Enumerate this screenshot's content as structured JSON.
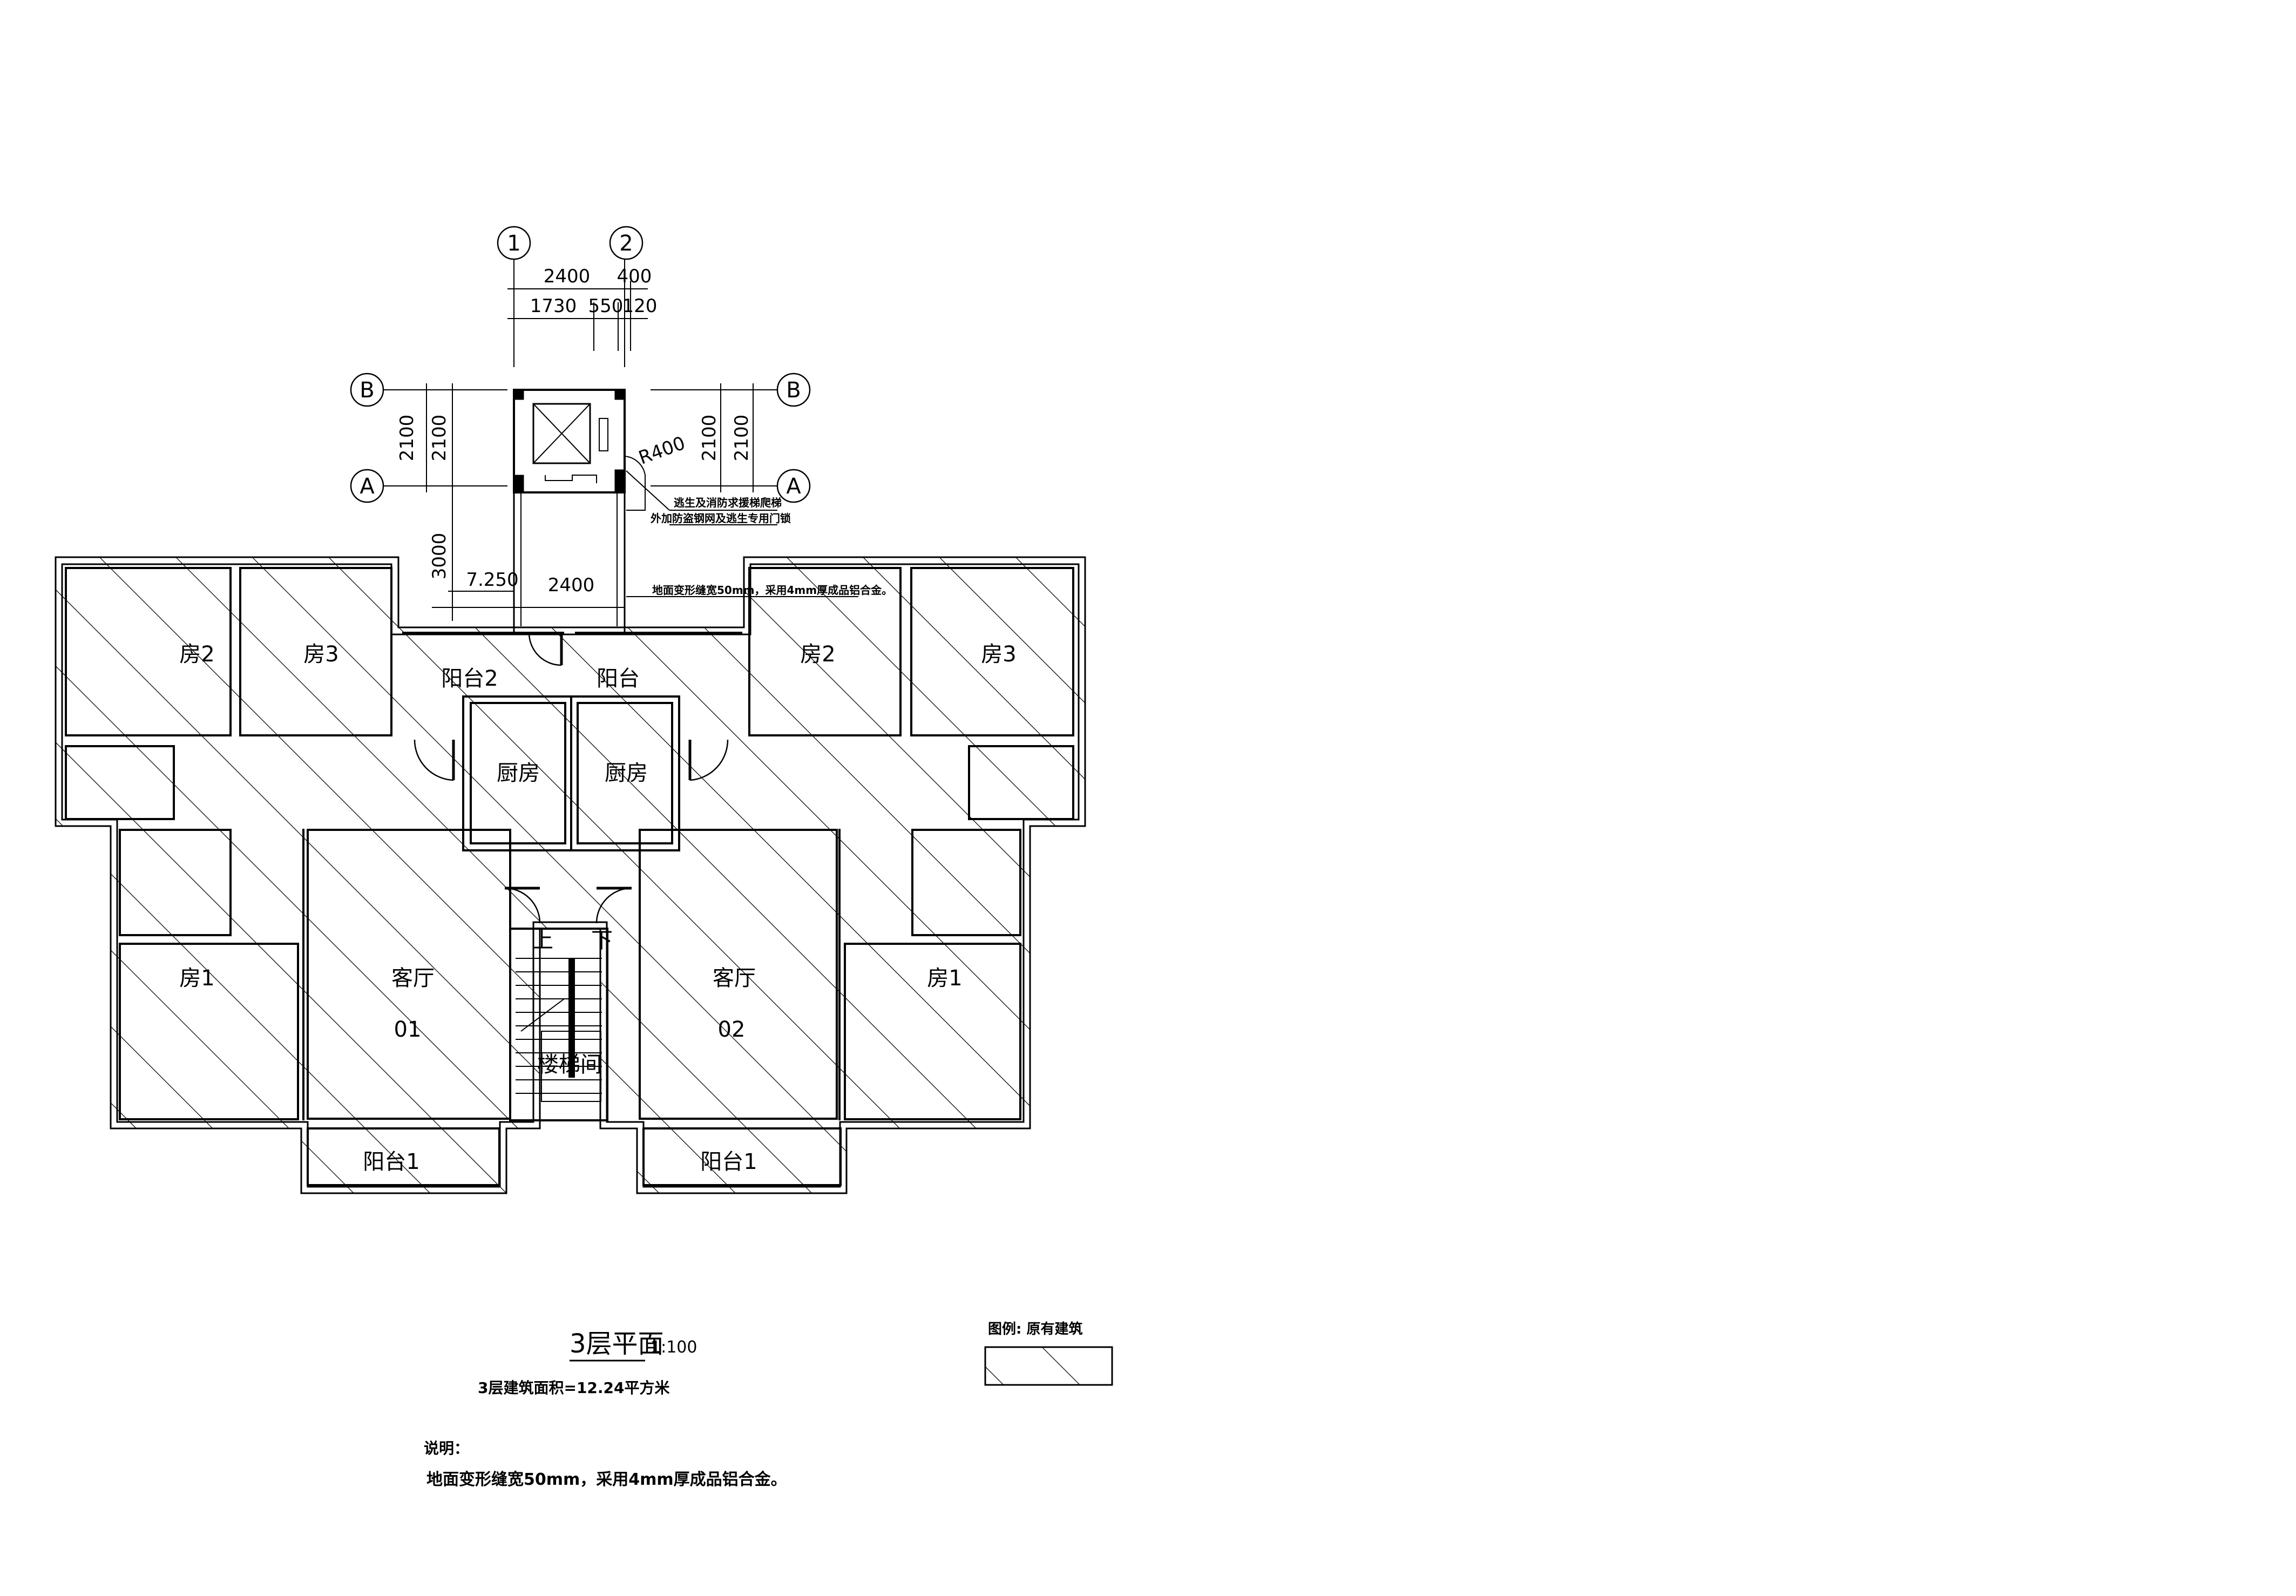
{
  "grid_labels": {
    "axis1": "1",
    "axis2": "2",
    "axisA": "A",
    "axisB": "B"
  },
  "dimensions": {
    "top_total": "2400",
    "top_right": "400",
    "top_seg1": "1730",
    "top_seg2": "550",
    "top_seg3": "120",
    "left_outer": "2100",
    "left_inner": "2100",
    "right_inner": "2100",
    "right_outer": "2100",
    "corridor": "3000",
    "bridge_width": "2400",
    "elevation": "7.250",
    "radius": "R400"
  },
  "callouts": {
    "stair_note": "逃生及消防求援梯爬梯",
    "door_note": "外加防盗钢网及逃生专用门锁",
    "joint_note": "地面变形缝宽50mm，采用4mm厚成品铝合金。"
  },
  "rooms": {
    "room2_left": "房2",
    "room3_left": "房3",
    "balcony2": "阳台2",
    "balcony_mid": "阳台",
    "room2_right": "房2",
    "room3_right": "房3",
    "kitchen_left": "厨房",
    "kitchen_right": "厨房",
    "room1_left": "房1",
    "living_left": "客厅",
    "unit_left": "01",
    "living_right": "客厅",
    "unit_right": "02",
    "room1_right": "房1",
    "stair_up": "上",
    "stair_down": "下",
    "stairwell": "楼梯间",
    "balcony1_left": "阳台1",
    "balcony1_right": "阳台1"
  },
  "title": {
    "main": "3层平面",
    "scale": "1:100",
    "area": "3层建筑面积=12.24平方米"
  },
  "legend": {
    "label": "图例: 原有建筑"
  },
  "notes": {
    "heading": "说明：",
    "body": "地面变形缝宽50mm，采用4mm厚成品铝合金。"
  }
}
